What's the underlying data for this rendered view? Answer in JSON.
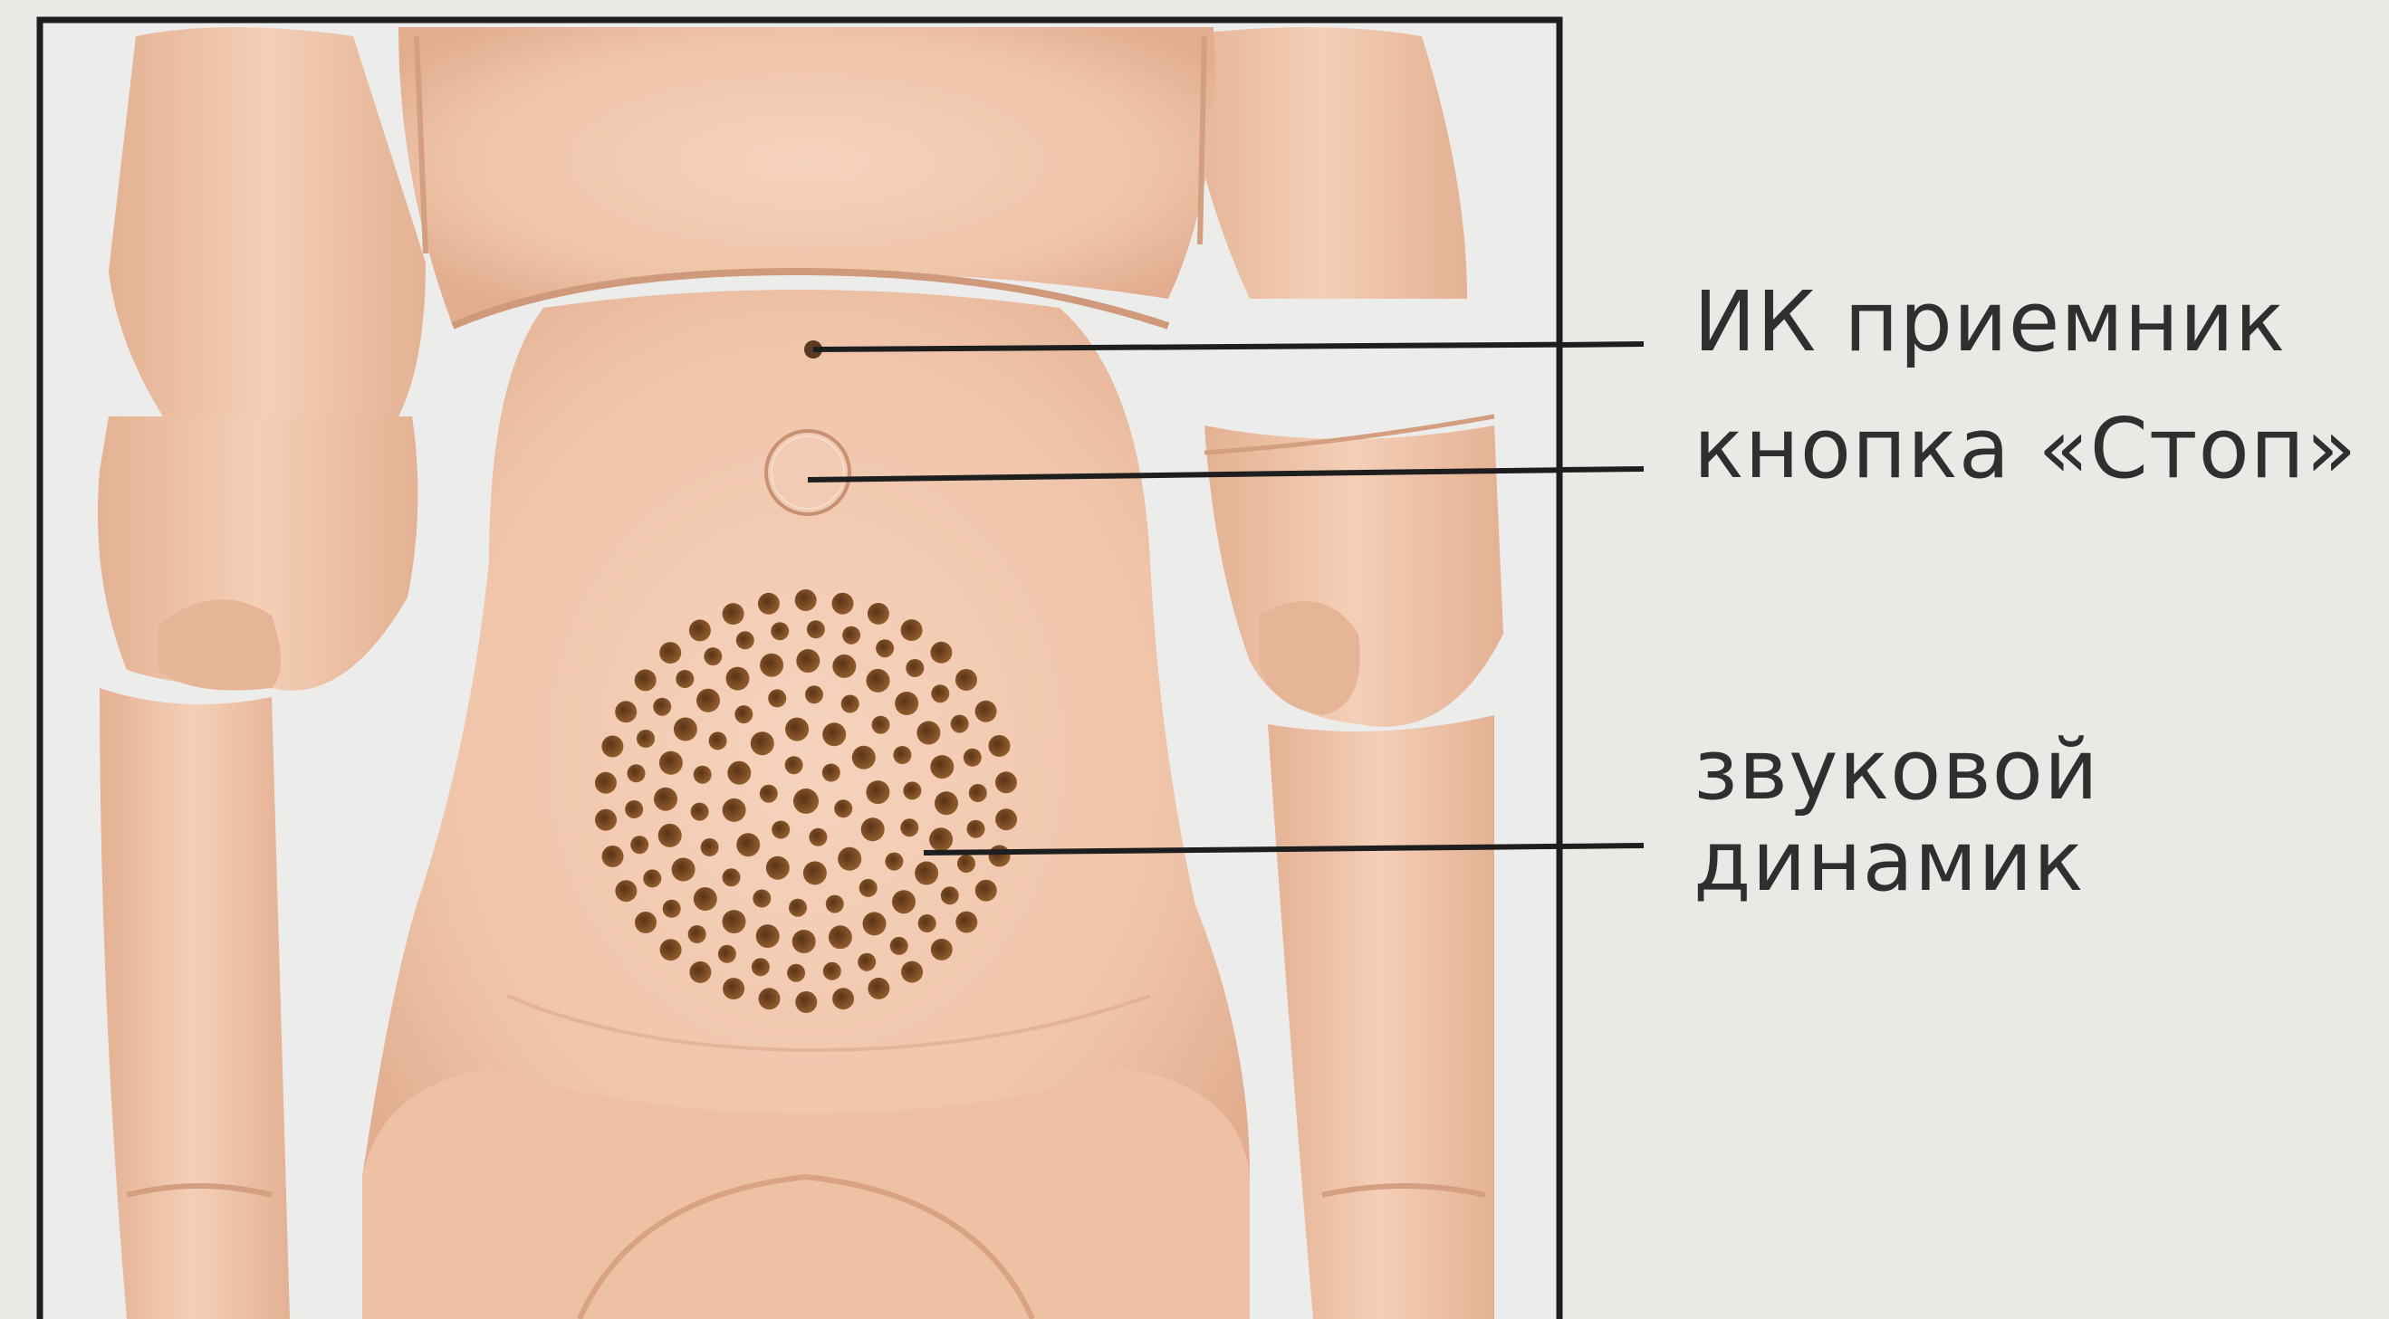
{
  "callouts": {
    "ir_receiver": "ИК приемник",
    "stop_button": "кнопка «Стоп»",
    "speaker_line1": "звуковой",
    "speaker_line2": "динамик"
  },
  "colors": {
    "background": "#e9e9e5",
    "skin": "#efc6ad",
    "skin_shadow": "#dca88b",
    "frame": "#1e1e1e",
    "leader_line": "#1e1e1e",
    "speaker_hole": "#7a4a22"
  },
  "icons": {
    "speaker_grille": "perforated-speaker-grille",
    "stop_button": "circular-stop-button",
    "ir_receiver": "ir-sensor-dot"
  }
}
